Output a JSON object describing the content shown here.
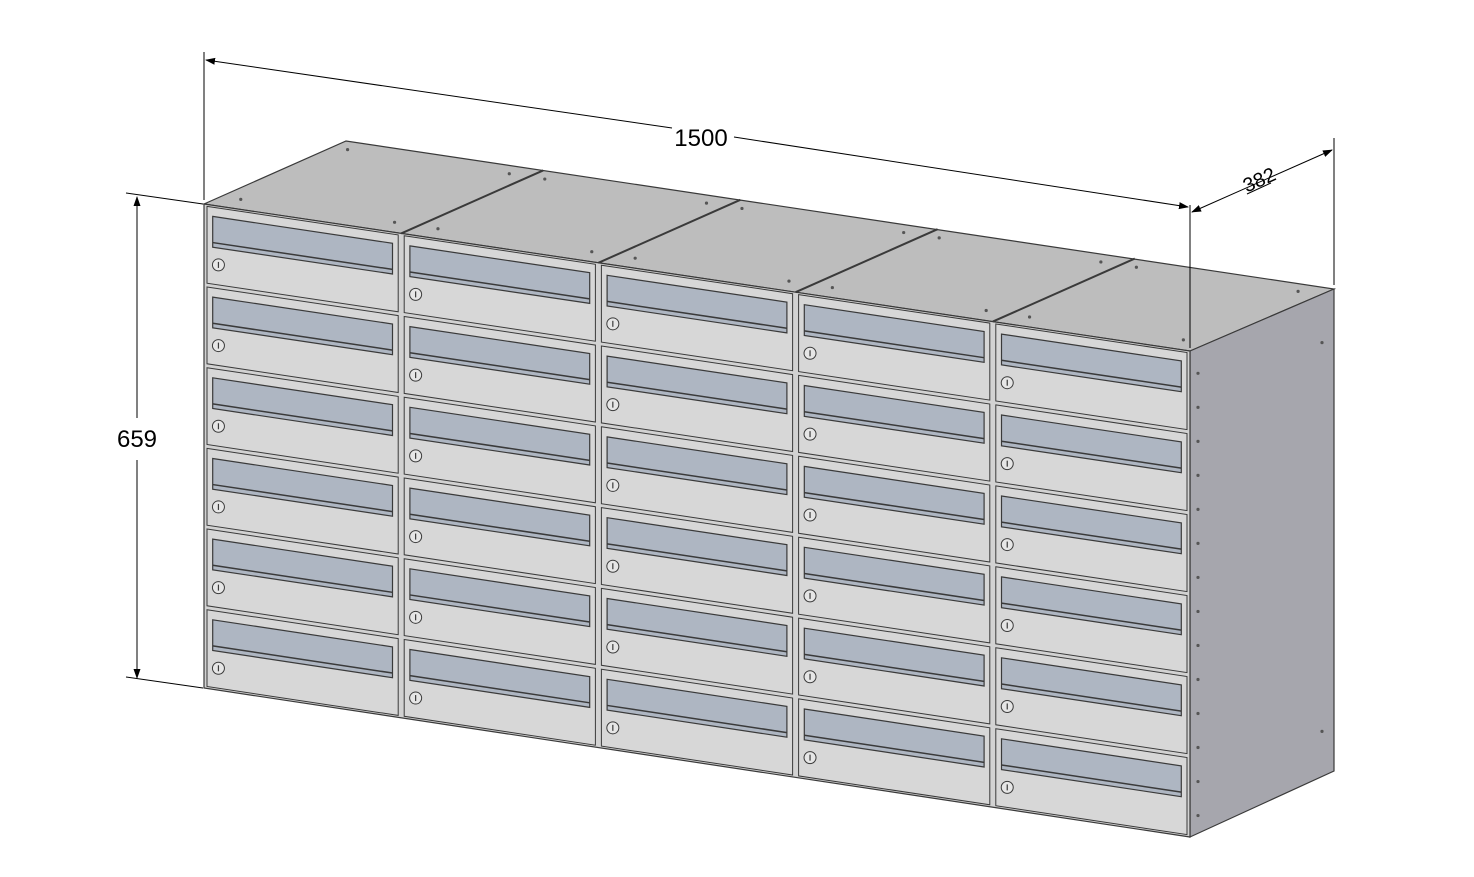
{
  "dimensions": {
    "width_label": "1500",
    "height_label": "659",
    "depth_label": "382"
  },
  "mailbox_grid": {
    "columns": 5,
    "rows": 6
  },
  "colors": {
    "top_surface": "#bdbdbd",
    "side_surface": "#a6a6ad",
    "door_face": "#d7d7d7",
    "slot_fill": "#aeb6c2",
    "outline": "#3a3a3a"
  }
}
